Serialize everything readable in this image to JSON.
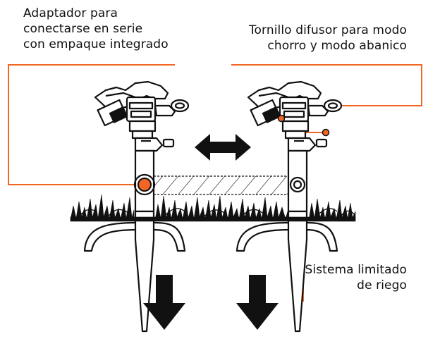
{
  "callouts": {
    "connector_adapter": {
      "lines": [
        "Adaptador para",
        "conectarse en serie",
        "con empaque integrado"
      ]
    },
    "diffuser_screw": {
      "lines": [
        "Tornillo difusor para modo",
        "chorro y modo abanico"
      ]
    },
    "limited_irrigation": {
      "lines": [
        "Sistema limitado",
        "de riego"
      ]
    }
  },
  "colors": {
    "accent": "#F26522",
    "ink": "#111111",
    "background": "#FFFFFF"
  },
  "icons": [
    "double-headed-arrow-icon",
    "down-arrow-icon",
    "sprinkler-illustration",
    "grass-illustration"
  ]
}
